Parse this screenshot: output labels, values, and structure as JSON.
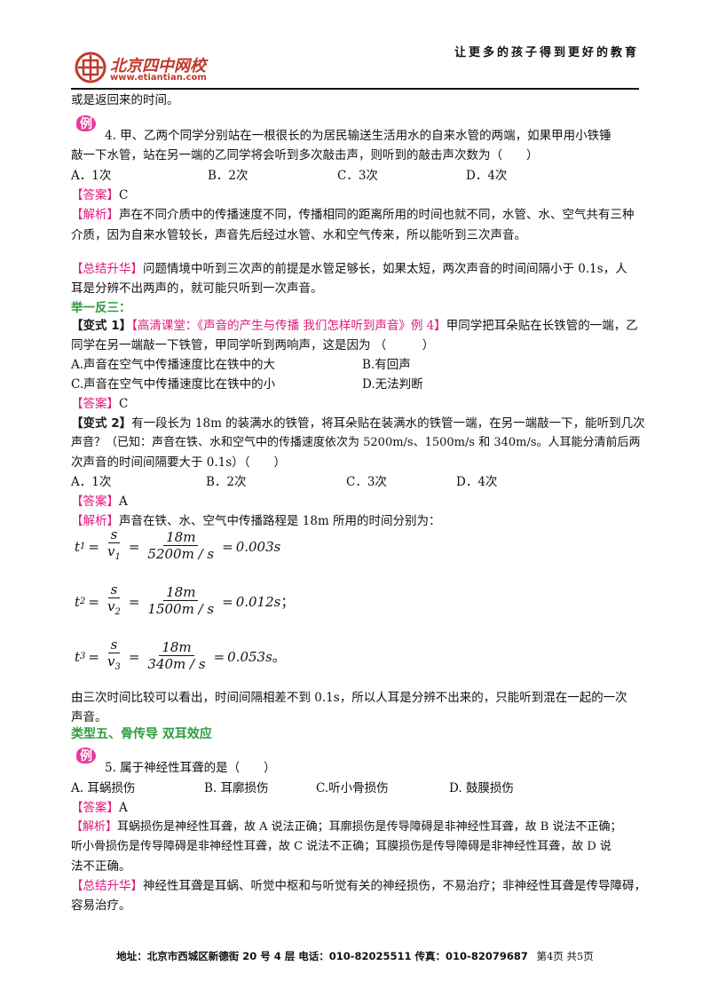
{
  "header": {
    "logo_cn": "北京四中网校",
    "logo_site": "www.etiantian.com",
    "slogan": "让更多的孩子得到更好的教育"
  },
  "lines": {
    "l0": "或是返回来的时间。",
    "ex_mark": "例",
    "q4_a": "4. 甲、乙两个同学分别站在一根很长的为居民输送生活用水的自来水管的两端，如果甲用小铁锤",
    "q4_b": "敲一下水管，站在另一端的乙同学将会听到多次敲击声，则听到的敲击声次数为（　　）",
    "q4_opts": [
      "A．1次",
      "B．2次",
      "C．3次",
      "D．4次"
    ],
    "ans_label": "【答案】",
    "q4_ans": "C",
    "jx_label": "【解析】",
    "q4_jx_a": "声在不同介质中的传播速度不同，传播相同的距离所用的时间也就不同，水管、水、空气共有三种",
    "q4_jx_b": "介质，因为自来水管较长，声音先后经过水管、水和空气传来，所以能听到三次声音。",
    "zj_label": "【总结升华】",
    "zj_a": "问题情境中听到三次声的前提是水管足够长，如果太短，两次声音的时间间隔小于 0.1s，人",
    "zj_b": "耳是分辨不出两声的，就可能只听到一次声音。",
    "jyfs": "举一反三：",
    "bs1_label": "【变式 1】",
    "bs1_link": "【高清课堂：《声音的产生与传播 我们怎样听到声音》例 4】",
    "bs1_a": "甲同学把耳朵贴在长铁管的一端，乙",
    "bs1_b": "同学在另一端敲一下铁管，甲同学听到两响声，这是因为 （　　　）",
    "bs1_optA": "A.声音在空气中传播速度比在铁中的大",
    "bs1_optB": "B.有回声",
    "bs1_optC": "C.声音在空气中传播速度比在铁中的小",
    "bs1_optD": "D.无法判断",
    "bs1_ans": "C",
    "bs2_label": "【变式 2】",
    "bs2_a": "有一段长为 18m 的装满水的铁管，将耳朵贴在装满水的铁管一端，在另一端敲一下，能听到几次",
    "bs2_b": "声音？（已知：声音在铁、水和空气中的传播速度依次为 5200m/s、1500m/s 和 340m/s。人耳能分清前后两",
    "bs2_c": "次声音的时间间隔要大于 0.1s）（　　）",
    "bs2_opts": [
      "A．1次",
      "B．2次",
      "C．3次",
      "D．4次"
    ],
    "bs2_ans": "A",
    "bs2_jx": "声音在铁、水、空气中传播路程是 18m 所用的时间分别为：",
    "conc_a": "由三次时间比较可以看出，时间间隔相差不到 0.1s，所以人耳是分辨不出来的，只能听到混在一起的一次",
    "conc_b": "声音。",
    "type5": "类型五、骨传导  双耳效应",
    "q5": "5. 属于神经性耳聋的是（　　）",
    "q5_opts": [
      "A. 耳蜗损伤",
      "B. 耳廓损伤",
      "C.听小骨损伤",
      "D. 鼓膜损伤"
    ],
    "q5_ans": "A",
    "q5_jx_a": "耳蜗损伤是神经性耳聋，故 A 说法正确；耳廓损伤是传导障碍是非神经性耳聋，故 B 说法不正确；",
    "q5_jx_b": "听小骨损伤是传导障碍是非神经性耳聋，故 C 说法不正确；耳膜损伤是传导障碍是非神经性耳聋，故 D 说",
    "q5_jx_c": "法不正确。",
    "q5_zj_a": "神经性耳聋是耳蜗、听觉中枢和与听觉有关的神经损伤，不易治疗；非神经性耳聋是传导障碍，",
    "q5_zj_b": "容易治疗。"
  },
  "equations": [
    {
      "t": "t",
      "sub": "1",
      "v": "v",
      "vsub": "1",
      "num": "18m",
      "den": "5200m / s",
      "res": "0.003s",
      "tail": ""
    },
    {
      "t": "t",
      "sub": "2",
      "v": "v",
      "vsub": "2",
      "num": "18m",
      "den": "1500m / s",
      "res": "0.012s",
      "tail": "；"
    },
    {
      "t": "t",
      "sub": "3",
      "v": "v",
      "vsub": "3",
      "num": "18m",
      "den": "340m / s",
      "res": "0.053s",
      "tail": "。"
    }
  ],
  "eq_common": {
    "s": "s",
    "eq": "=",
    "num_eq": "="
  },
  "footer": {
    "text": "地址：北京市西城区新德街 20 号 4 层  电话：010-82025511  传真：010-82079687",
    "page": "第4页  共5页"
  },
  "colors": {
    "accent": "#e0197a",
    "green": "#2d9c3c",
    "logo": "#c0392b"
  }
}
